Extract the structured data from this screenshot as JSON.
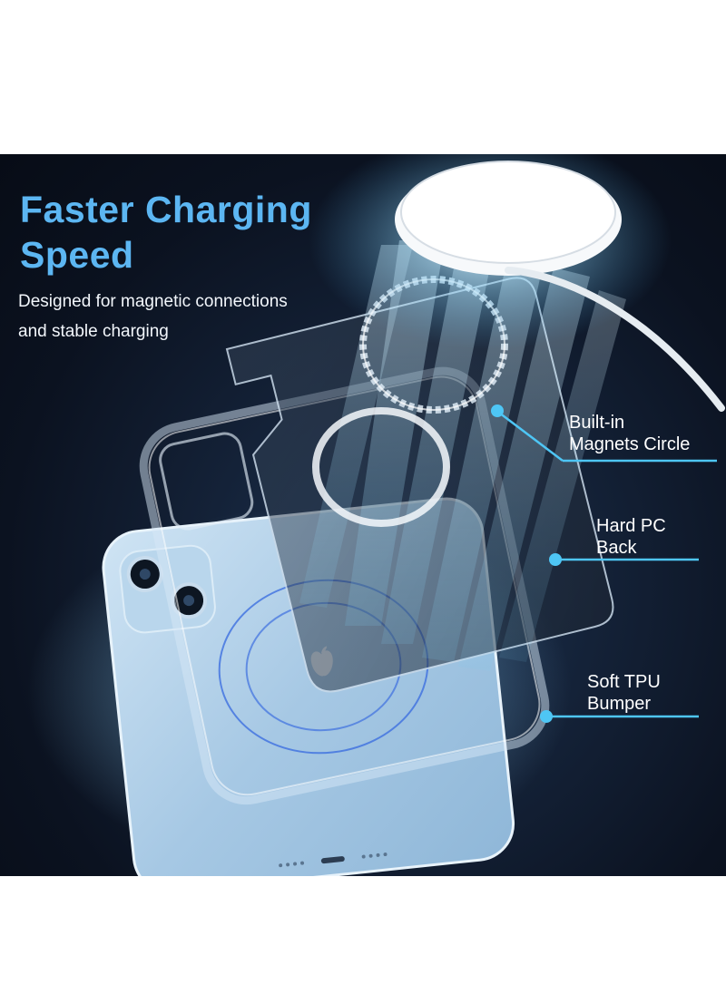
{
  "headline": {
    "line1": "Faster Charging",
    "line2": "Speed"
  },
  "subtext": {
    "line1": "Designed for magnetic connections",
    "line2": "and stable charging"
  },
  "callouts": {
    "magnets": {
      "line1": "Built-in",
      "line2": "Magnets Circle"
    },
    "pc_back": {
      "line1": "Hard PC",
      "line2": "Back"
    },
    "tpu_bumper": {
      "line1": "Soft TPU",
      "line2": "Bumper"
    }
  },
  "colors": {
    "headline": "#5cb6f2",
    "callout_line": "#4ec6f5",
    "background": "#0b1220",
    "phone_body": "#a9cbe6"
  },
  "icons": {
    "charger": "magsafe-charger-icon",
    "magnet_ring": "magnet-ring-icon",
    "apple_logo": "apple-logo-icon"
  }
}
